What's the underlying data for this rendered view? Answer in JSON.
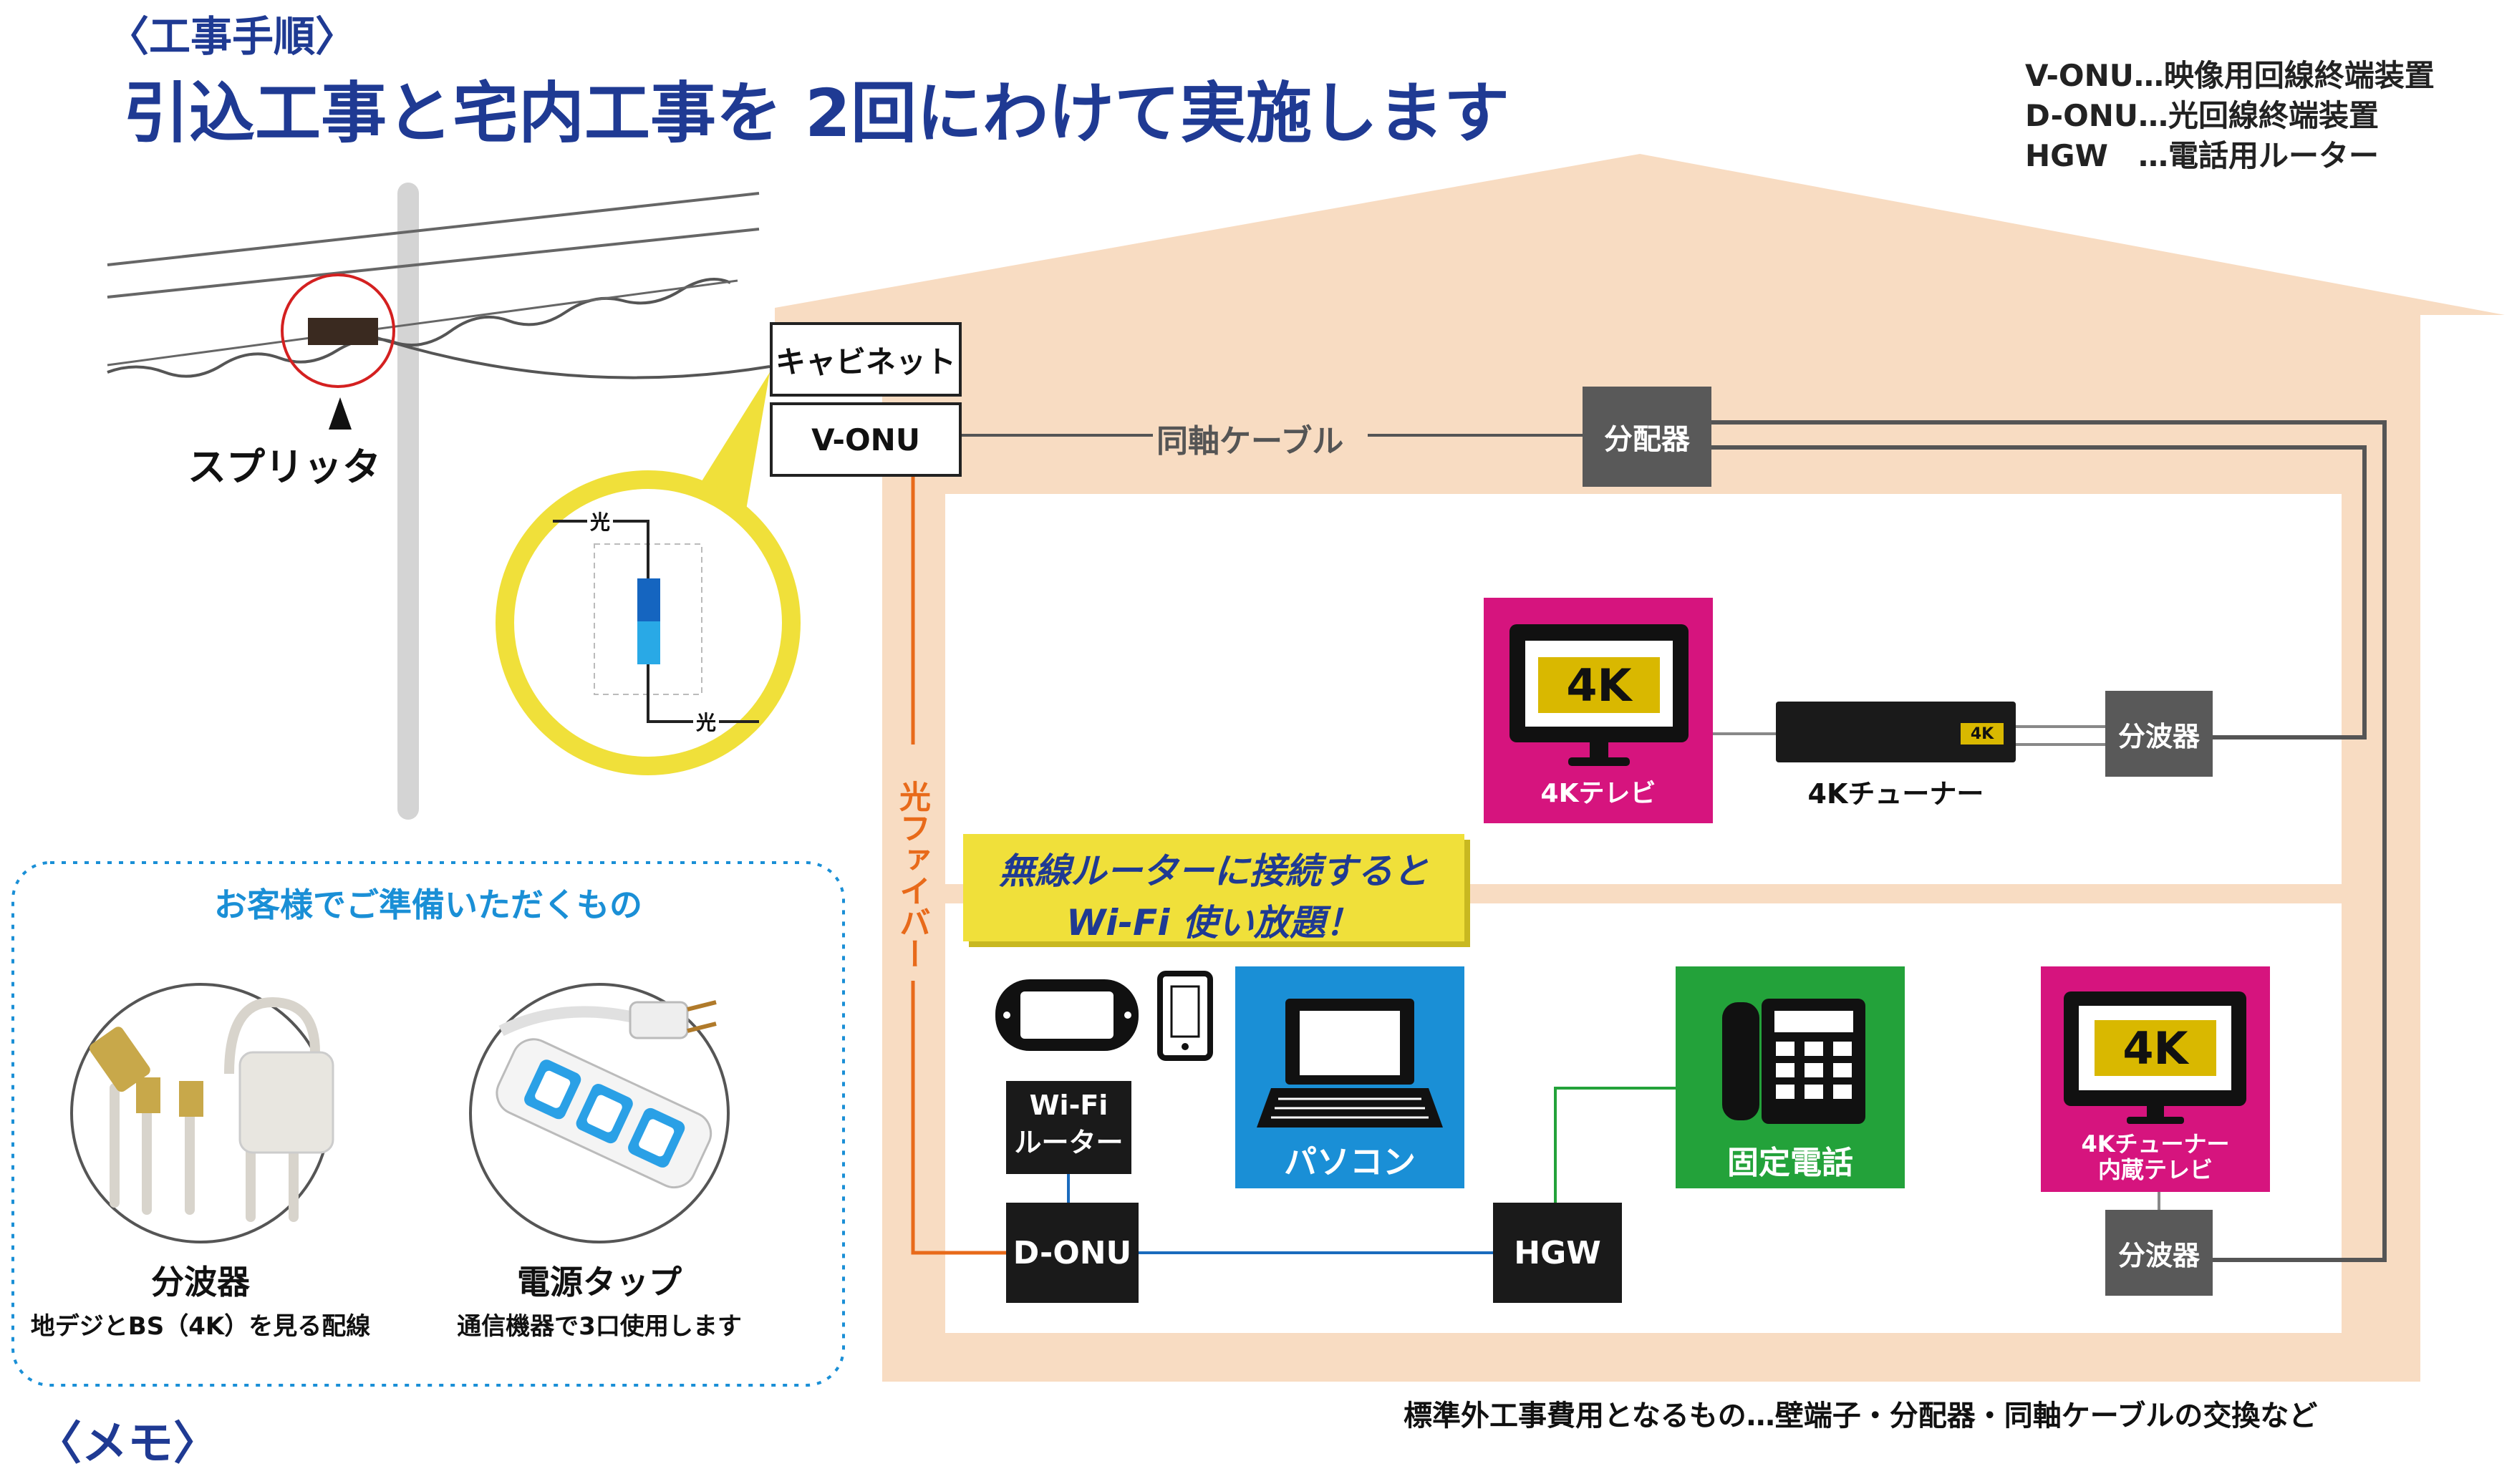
{
  "header": {
    "subtitle": "〈工事手順〉",
    "title": "引込工事と宅内工事を 2回にわけて実施します"
  },
  "legend": [
    "V-ONU…映像用回線終端装置",
    "D-ONU…光回線終端装置",
    "HGW　…電話用ルーター"
  ],
  "outdoor": {
    "splitter_label": "スプリッタ",
    "cabinet_label": "キャビネット",
    "hikari_top": "光",
    "hikari_bottom": "光"
  },
  "devices": {
    "vonu": "V-ONU",
    "coax_label": "同軸ケーブル",
    "bunpaiki": "分配器",
    "fiber_label": "光ファイバー",
    "tv4k_label": "4Kテレビ",
    "tv4k_badge": "4K",
    "tuner_label": "4Kチューナー",
    "tuner_badge": "4K",
    "bunpaki_1": "分波器",
    "bunpaki_2": "分波器",
    "wifi_promo_line1": "無線ルーターに接続すると",
    "wifi_promo_line2": "Wi-Fi 使い放題！",
    "wifi_router_line1": "Wi-Fi",
    "wifi_router_line2": "ルーター",
    "donu": "D-ONU",
    "pc_label": "パソコン",
    "hgw": "HGW",
    "phone_label": "固定電話",
    "tv4k_builtin_badge": "4K",
    "tv4k_builtin_line1": "4Kチューナー",
    "tv4k_builtin_line2": "内蔵テレビ"
  },
  "prep": {
    "title": "お客様でご準備いただくもの",
    "item1_name": "分波器",
    "item1_desc": "地デジとBS（4K）を見る配線",
    "item2_name": "電源タップ",
    "item2_desc": "通信機器で3口使用します"
  },
  "footer_note": "標準外工事費用となるもの…壁端子・分配器・同軸ケーブルの交換など",
  "memo": "〈メモ〉",
  "colors": {
    "navy": "#1f3a93",
    "house": "#f8dcc2",
    "magenta": "#d6147e",
    "blue": "#1a8fd6",
    "green": "#23a23a",
    "yellow": "#f0e03a",
    "orange": "#e86a1a",
    "dark": "#1a1a1a",
    "grey": "#595959"
  }
}
